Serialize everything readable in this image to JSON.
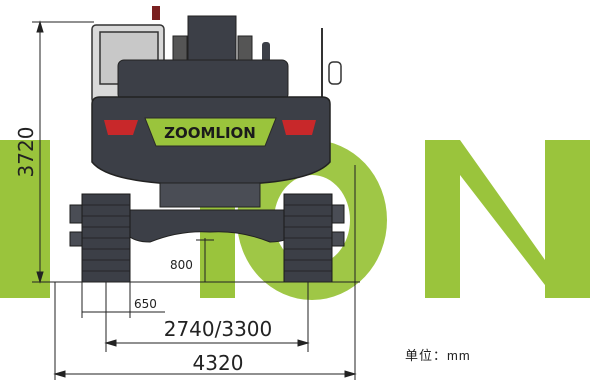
{
  "brand": {
    "name": "ZOOMLION",
    "plate_color": "#9ac43c",
    "body_color": "#3c3f47"
  },
  "watermark": {
    "color": "#9ac43c"
  },
  "dimensions": {
    "overall_height": "3720",
    "ground_clearance": "800",
    "track_shoe_width": "650",
    "track_gauge": "2740/3300",
    "overall_width": "4320"
  },
  "unit_note": "单位：mm"
}
